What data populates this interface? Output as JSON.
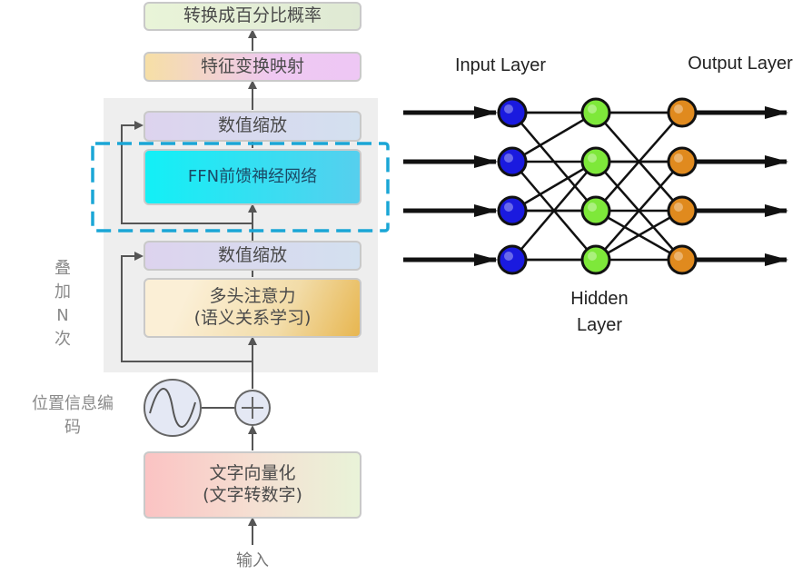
{
  "transformer": {
    "top": "转换成百分比概率",
    "feature_map": "特征变换映射",
    "scale_top": "数值缩放",
    "ffn": "FFN前馈神经网络",
    "scale_bottom": "数值缩放",
    "attention_line1": "多头注意力",
    "attention_line2": "(语义关系学习)",
    "repeat_chars": [
      "叠",
      "加",
      "N",
      "次"
    ],
    "pos_label_line1": "位置信息编",
    "pos_label_line2": "码",
    "embedding_line1": "文字向量化",
    "embedding_line2": "(文字转数字)",
    "input": "输入"
  },
  "network": {
    "input_label": "Input Layer",
    "output_label": "Output Layer",
    "hidden_label_line1": "Hidden",
    "hidden_label_line2": "Layer",
    "colors": {
      "input": "#1a1adf",
      "hidden": "#7ee83a",
      "output": "#e08a1e"
    }
  },
  "colors": {
    "highlight_dash": "#1aa6d6"
  }
}
